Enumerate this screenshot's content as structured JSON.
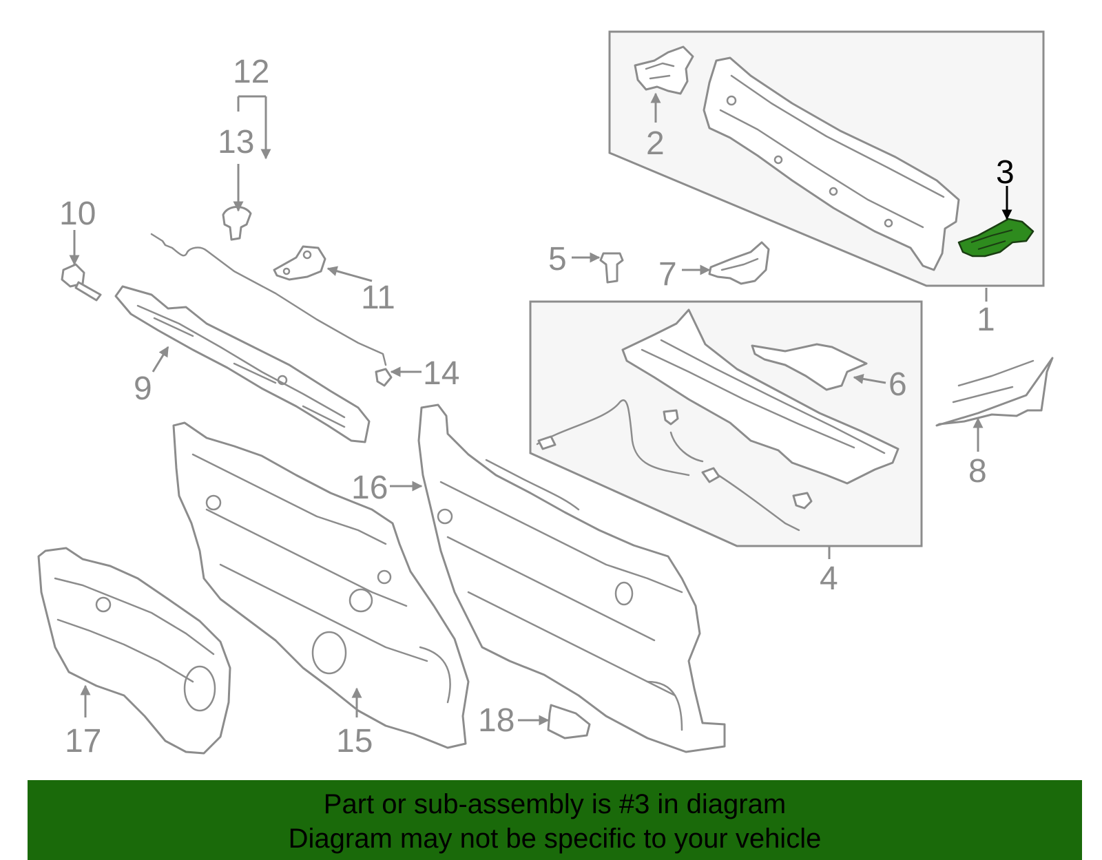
{
  "callouts": {
    "c1": "1",
    "c2": "2",
    "c3": "3",
    "c4": "4",
    "c5": "5",
    "c6": "6",
    "c7": "7",
    "c8": "8",
    "c9": "9",
    "c10": "10",
    "c11": "11",
    "c12": "12",
    "c13": "13",
    "c14": "14",
    "c15": "15",
    "c16": "16",
    "c17": "17",
    "c18": "18"
  },
  "highlight": {
    "part_number": "3",
    "color": "#2e8b1e",
    "banner_color": "#1a6a0a"
  },
  "banner": {
    "line1": "Part or sub-assembly is #3 in diagram",
    "line2": "Diagram may not be specific to your vehicle"
  }
}
